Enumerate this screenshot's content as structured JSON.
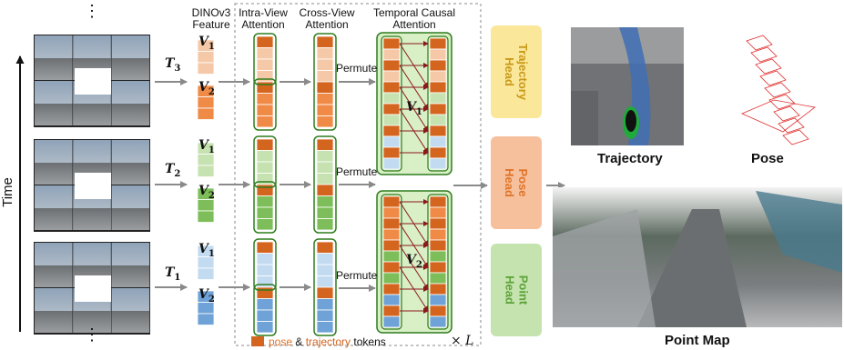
{
  "left": {
    "time_label": "Time",
    "times": [
      "T3",
      "T2",
      "T1"
    ],
    "dots": "⋮"
  },
  "feature": {
    "title_line1": "DINOv3",
    "title_line2": "Feature",
    "view1": "V1",
    "view2": "V2"
  },
  "stages": {
    "intra_line1": "Intra-View",
    "intra_line2": "Attention",
    "cross_line1": "Cross-View",
    "cross_line2": "Attention",
    "temporal_line1": "Temporal Causal",
    "temporal_line2": "Attention",
    "permute": "Permute",
    "repeat": "× L"
  },
  "legend": {
    "pose": "pose",
    "amp": " & ",
    "trajectory": "trajectory",
    "tokens": " tokens"
  },
  "heads": {
    "trajectory": "Trajectory\nHead",
    "pose": "Pose\nHead",
    "point": "Point\nHead"
  },
  "outputs": {
    "trajectory": "Trajectory",
    "pose": "Pose",
    "point_map": "Point Map"
  },
  "colors": {
    "token_orange": "#d4651f",
    "view1_orange_light": "#f5c9a8",
    "view2_orange": "#f08a47",
    "view1_green_light": "#c7e2b1",
    "view2_green": "#7dbe5a",
    "view1_blue_light": "#c3dbf0",
    "view2_blue": "#6fa2d6",
    "group_green": "#2e7d1e",
    "temporal_bg": "#d9efc6",
    "arrow_red": "#8b1a1a",
    "traj_head": "#fbe79a",
    "pose_head": "#f6c09c",
    "point_head": "#c5e3ae",
    "traj_text": "#c99a1a",
    "pose_text": "#e0742a",
    "point_text": "#5da33a"
  }
}
